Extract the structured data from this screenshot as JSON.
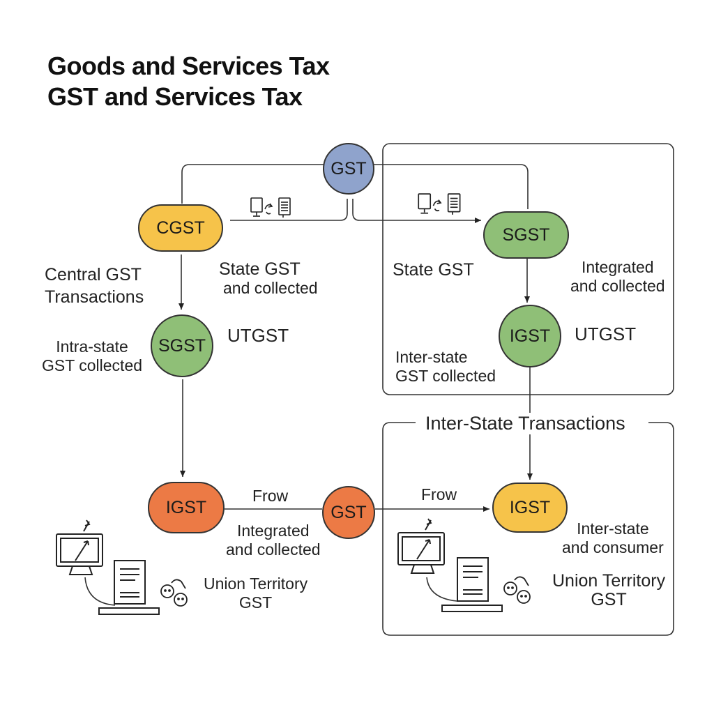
{
  "title": {
    "line1": "Goods and Services Tax",
    "line2": "GST and Services Tax"
  },
  "colors": {
    "blue": "#8fa3cc",
    "yellow": "#f6c34a",
    "green": "#8fbf77",
    "orange": "#ec7a45"
  },
  "nodes": {
    "gst_top": "GST",
    "cgst": "CGST",
    "sgst_left": "SGST",
    "sgst_right": "SGST",
    "igst_right_top": "IGST",
    "igst_left": "IGST",
    "gst_mid": "GST",
    "igst_right_bottom": "IGST"
  },
  "labels": {
    "central_gst": [
      "Central GST",
      "Transactions"
    ],
    "state_gst_left": [
      "State GST",
      "and collected"
    ],
    "intra_state": [
      "Intra-state",
      "GST collected"
    ],
    "utgst_left": "UTGST",
    "state_gst_right": "State GST",
    "integrated_top": [
      "Integrated",
      "and collected"
    ],
    "utgst_right": "UTGST",
    "inter_state_top": [
      "Inter-state",
      "GST collected"
    ],
    "frow_left": "Frow",
    "integrated_bottom": [
      "Integrated",
      "and collected"
    ],
    "union_left": [
      "Union Territory",
      "GST"
    ],
    "frow_right": "Frow",
    "inter_state_bottom": [
      "Inter-state",
      "and consumer"
    ],
    "union_right": [
      "Union Territory",
      "GST"
    ]
  },
  "frame": {
    "title": "Inter-State Transactions"
  },
  "icons": {
    "document_transfer": "document-transfer-icon",
    "computer": "desktop-computer-icon",
    "server": "server-tower-icon",
    "people": "people-icon"
  }
}
